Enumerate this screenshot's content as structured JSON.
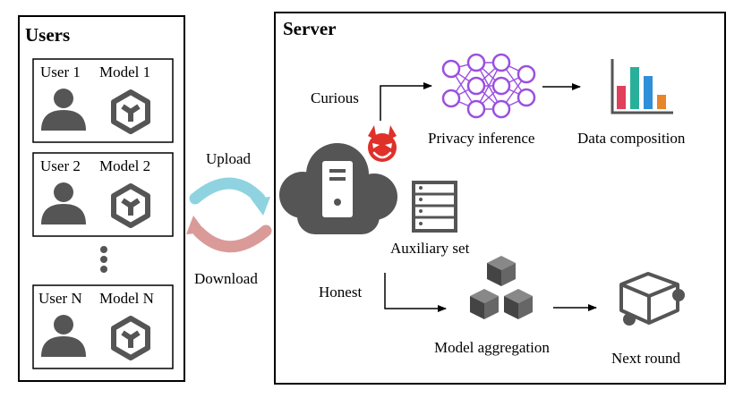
{
  "users_panel": {
    "title": "Users",
    "users": [
      {
        "user_label": "User 1",
        "model_label": "Model 1"
      },
      {
        "user_label": "User 2",
        "model_label": "Model 2"
      },
      {
        "user_label": "User N",
        "model_label": "Model N"
      }
    ]
  },
  "transfer": {
    "upload_label": "Upload",
    "download_label": "Download",
    "upload_color": "#8fd3e0",
    "download_color": "#d99a98"
  },
  "server_panel": {
    "title": "Server",
    "curious_label": "Curious",
    "honest_label": "Honest",
    "privacy_inference_label": "Privacy inference",
    "data_composition_label": "Data composition",
    "auxiliary_set_label": "Auxiliary set",
    "model_aggregation_label": "Model aggregation",
    "next_round_label": "Next round"
  },
  "colors": {
    "icon_gray": "#555555",
    "network_purple": "#9b4fe0",
    "devil_red": "#e0302a",
    "bar_colors": [
      "#e0405a",
      "#2ab09a",
      "#2f8fd8",
      "#e8842a"
    ]
  }
}
